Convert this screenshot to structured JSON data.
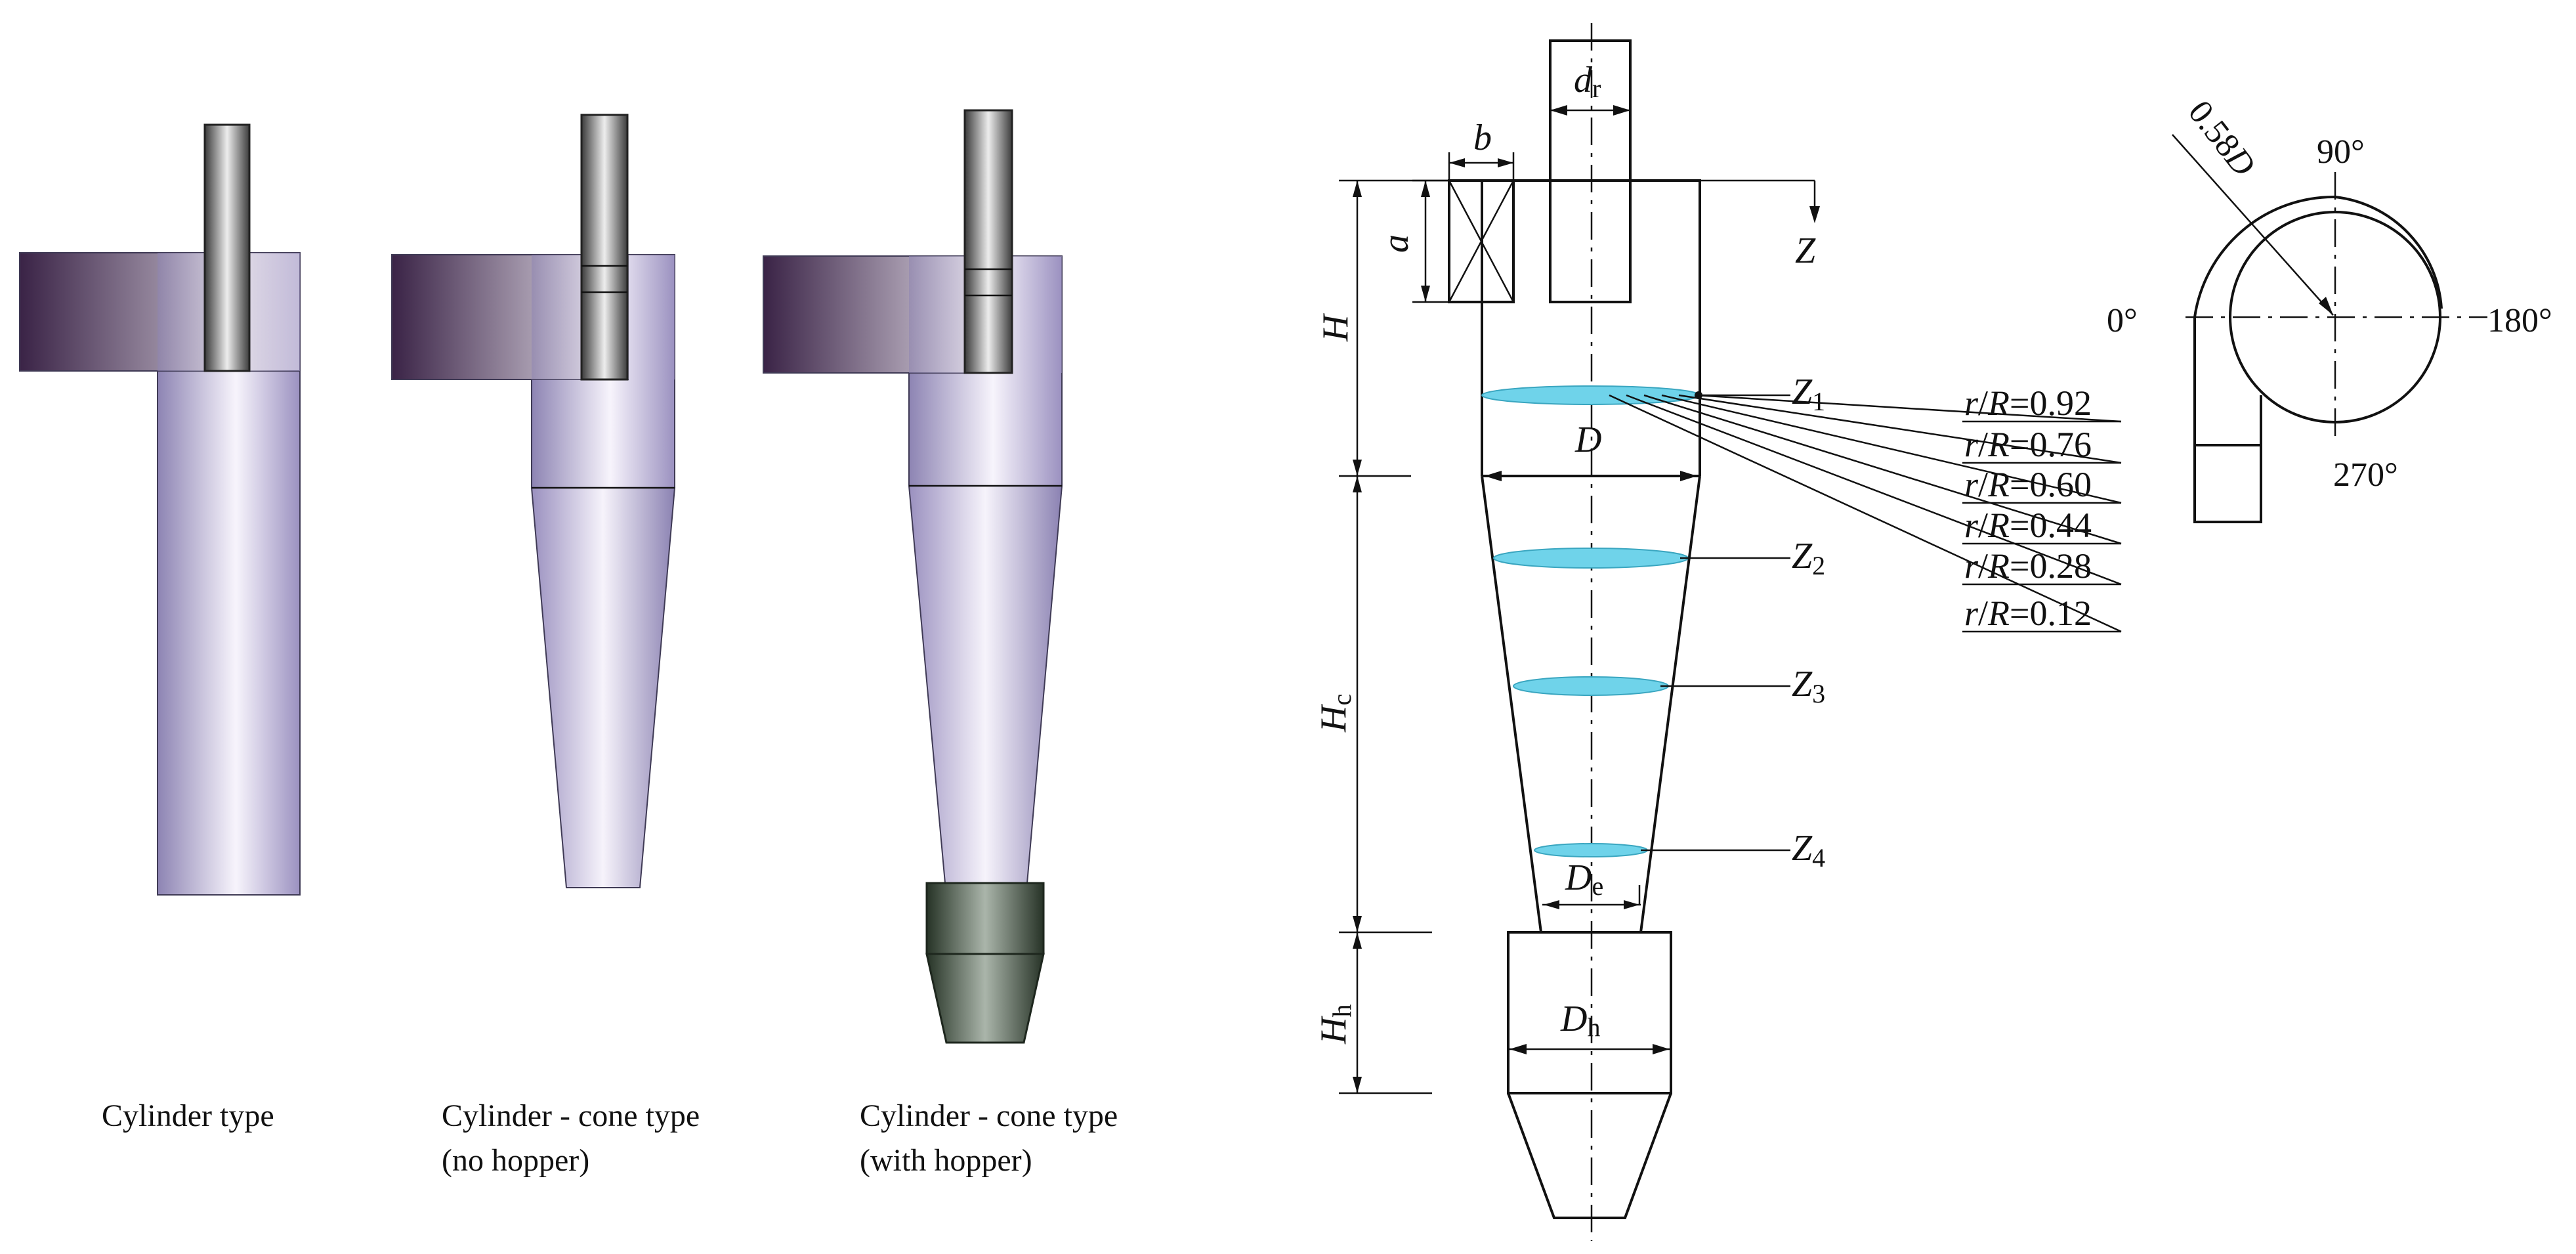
{
  "models": {
    "cylinder": "Cylinder type",
    "cone_no_hopper_1": "Cylinder - cone type",
    "cone_no_hopper_2": "(no hopper)",
    "cone_hopper_1": "Cylinder - cone type",
    "cone_hopper_2": "(with hopper)"
  },
  "dims": {
    "dr": "d",
    "dr_sub": "r",
    "b": "b",
    "a": "a",
    "H": "H",
    "Z": "Z",
    "D": "D",
    "Hc": "H",
    "Hc_sub": "c",
    "De": "D",
    "De_sub": "e",
    "Hh": "H",
    "Hh_sub": "h",
    "Dh": "D",
    "Dh_sub": "h"
  },
  "planes": [
    {
      "sym": "Z",
      "sub": "1"
    },
    {
      "sym": "Z",
      "sub": "2"
    },
    {
      "sym": "Z",
      "sub": "3"
    },
    {
      "sym": "Z",
      "sub": "4"
    }
  ],
  "ratios": [
    {
      "r": "r",
      "sep": "/",
      "R": "R",
      "val": "=0.92"
    },
    {
      "r": "r",
      "sep": "/",
      "R": "R",
      "val": "=0.76"
    },
    {
      "r": "r",
      "sep": "/",
      "R": "R",
      "val": "=0.60"
    },
    {
      "r": "r",
      "sep": "/",
      "R": "R",
      "val": "=0.44"
    },
    {
      "r": "r",
      "sep": "/",
      "R": "R",
      "val": "=0.28"
    },
    {
      "r": "r",
      "sep": "/",
      "R": "R",
      "val": "=0.12"
    }
  ],
  "topview": {
    "d058": "0.58",
    "dD": "D",
    "a0": "0°",
    "a90": "90°",
    "a180": "180°",
    "a270": "270°"
  },
  "colors": {
    "body_light": "#f4f1fb",
    "body_dark": "#8f86b6",
    "inlet_dark": "#3b2447",
    "pipe_dark": "#3a3a3a",
    "hopper_dark": "#2d3b2d",
    "plane_fill": "#6fd3ea"
  }
}
